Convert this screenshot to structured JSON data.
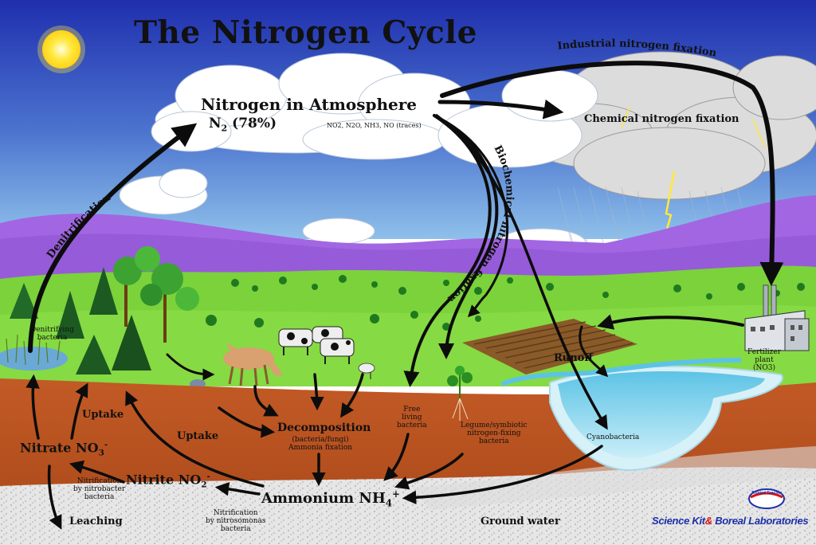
{
  "title": "The Nitrogen Cycle",
  "atmosphere": {
    "heading": "Nitrogen in Atmosphere",
    "formula": "N",
    "formula_sub": "2",
    "percent": "(78%)",
    "traces": "NO2, N2O, NH3, NO (traces)"
  },
  "processes": {
    "industrial": "Industrial nitrogen fixation",
    "chemical": "Chemical nitrogen fixation",
    "biochemical": "Biochemical nitrogen fixation",
    "denitrification": "Denitrification",
    "runoff": "Runoff",
    "uptake_left": "Uptake",
    "uptake_center": "Uptake",
    "leaching": "Leaching",
    "ground_water": "Ground water"
  },
  "compounds": {
    "nitrate": "Nitrate NO",
    "nitrate_sub": "3",
    "nitrate_sup": "-",
    "nitrite": "Nitrite NO",
    "nitrite_sub": "2",
    "nitrite_sup": "-",
    "ammonium": "Ammonium NH",
    "ammonium_sub": "4",
    "ammonium_sup": "+",
    "decomposition": "Decomposition",
    "decomposition_note1": "(bacteria/fungi)",
    "decomposition_note2": "Ammonia fixation"
  },
  "organisms": {
    "denitrifying_1": "Denitrifying",
    "denitrifying_2": "bacteria",
    "free_living_1": "Free",
    "free_living_2": "living",
    "free_living_3": "bacteria",
    "legume_1": "Legume/symbiotic",
    "legume_2": "nitrogen-fixing",
    "legume_3": "bacteria",
    "cyanobacteria": "Cyanobacteria",
    "fertilizer_1": "Fertilizer",
    "fertilizer_2": "plant",
    "fertilizer_3": "(NO3)",
    "nitrobacter_1": "Nitrification",
    "nitrobacter_2": "by nitrobacter",
    "nitrobacter_3": "bacteria",
    "nitrosomonas_1": "Nitrification",
    "nitrosomonas_2": "by nitrosomonas",
    "nitrosomonas_3": "bacteria"
  },
  "brand": {
    "name_a": "Science Kit",
    "amp": "&",
    "name_b": " Boreal Laboratories",
    "badge": "Trusted Teacher"
  },
  "colors": {
    "sky_top": "#1f2fae",
    "sky_bottom": "#7ab0e4",
    "mountain": "#a066e0",
    "grass": "#7bd23a",
    "soil": "#b5501f",
    "water": "#8ad7ee",
    "sun": "#ffe83a",
    "arrow": "#0c0c0c"
  }
}
